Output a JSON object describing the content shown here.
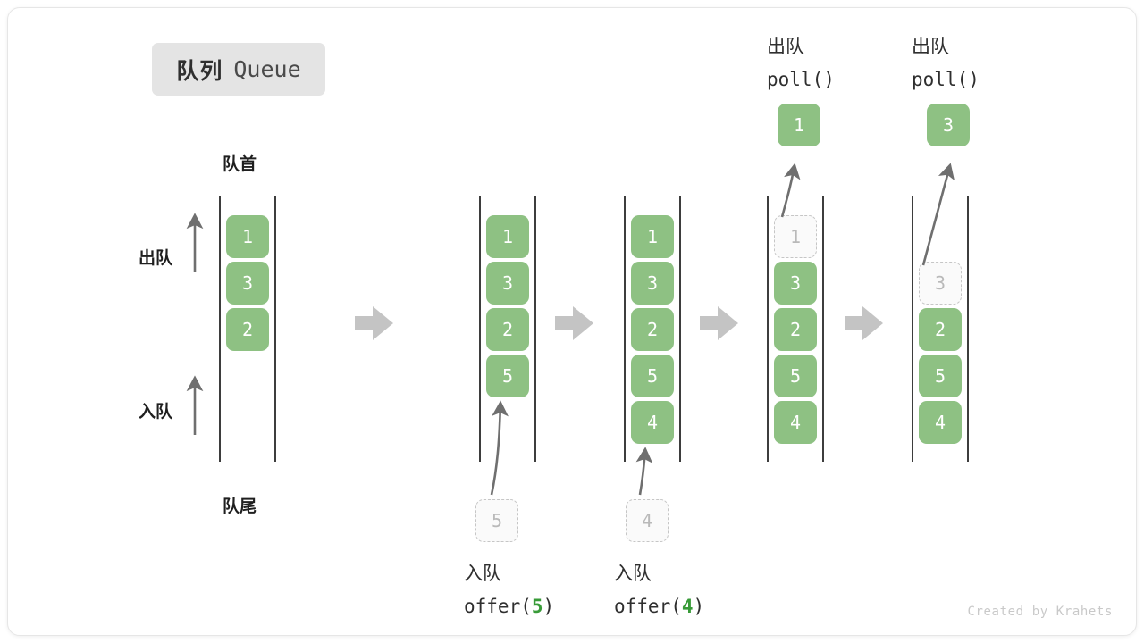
{
  "title": {
    "cn": "队列",
    "en": "Queue"
  },
  "labels": {
    "front": "队首",
    "rear": "队尾",
    "dequeue": "出队",
    "enqueue": "入队"
  },
  "watermark": "Created by Krahets",
  "colors": {
    "cell_fill": "#8ec183",
    "cell_text": "#ffffff",
    "ghost_fill": "#fafafa",
    "ghost_border": "#c6c6c6",
    "ghost_text": "#b9b9b9",
    "rail": "#3d3d3d",
    "arrow_grey": "#6f6f6f",
    "block_arrow": "#c4c4c4",
    "accent_green": "#389b38",
    "badge_bg": "#e4e4e4",
    "watermark": "#c9c9c9"
  },
  "stages": [
    {
      "id": "initial",
      "cells": [
        "1",
        "3",
        "2"
      ],
      "ghost_index": -1,
      "caption_cn": "",
      "caption_code": "",
      "popped": null
    },
    {
      "id": "offer-5",
      "cells": [
        "1",
        "3",
        "2",
        "5"
      ],
      "ghost_index": -1,
      "caption_cn": "入队",
      "caption_code": "offer(5)",
      "incoming": "5",
      "popped": null
    },
    {
      "id": "offer-4",
      "cells": [
        "1",
        "3",
        "2",
        "5",
        "4"
      ],
      "ghost_index": -1,
      "caption_cn": "入队",
      "caption_code": "offer(4)",
      "incoming": "4",
      "popped": null
    },
    {
      "id": "poll-1",
      "cells": [
        "1",
        "3",
        "2",
        "5",
        "4"
      ],
      "ghost_index": 0,
      "caption_cn": "出队",
      "caption_code": "poll()",
      "popped": "1"
    },
    {
      "id": "poll-3",
      "cells": [
        "3",
        "2",
        "5",
        "4"
      ],
      "ghost_index": 0,
      "caption_cn": "出队",
      "caption_code": "poll()",
      "popped": "3"
    }
  ],
  "block_arrows": 4
}
